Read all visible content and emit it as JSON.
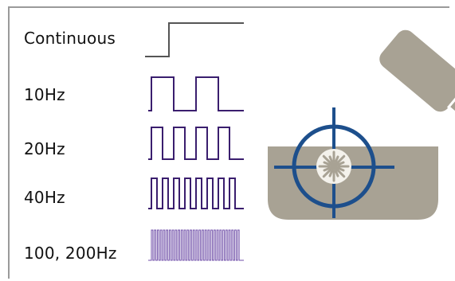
{
  "modes": [
    {
      "label": "Continuous",
      "waveform": "step",
      "pulses": 0
    },
    {
      "label": "10Hz",
      "waveform": "square",
      "pulses": 2
    },
    {
      "label": "20Hz",
      "waveform": "square",
      "pulses": 4
    },
    {
      "label": "40Hz",
      "waveform": "square",
      "pulses": 8
    },
    {
      "label": "100, 200Hz",
      "waveform": "square",
      "pulses": 30
    }
  ],
  "colors": {
    "step_wave": "#555555",
    "square_wave": "#3a1e6e",
    "dense_wave": "#6f4ea8",
    "target": "#1d4f8c",
    "tool": "#a8a294",
    "burst": "#f4f2ec",
    "frame": "#9a9a9a"
  },
  "illustration": {
    "icon": "laser-treatment-target-icon"
  }
}
